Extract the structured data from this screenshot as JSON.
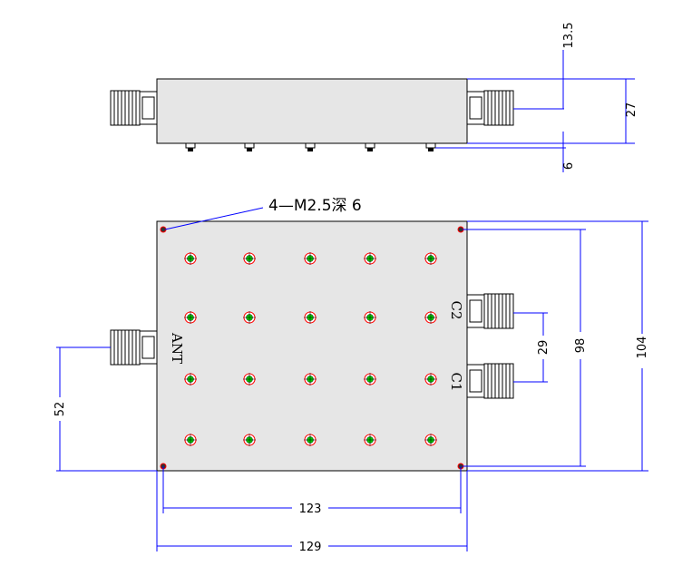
{
  "dimensions": {
    "d13_5": "13.5",
    "d27": "27",
    "d6": "6",
    "d104": "104",
    "d98": "98",
    "d29": "29",
    "d52": "52",
    "d123": "123",
    "d129": "129"
  },
  "labels": {
    "hole_note": "4—M2.5深 6",
    "ant": "ANT",
    "c1": "C1",
    "c2": "C2"
  },
  "colors": {
    "line": "#000000",
    "dim_line": "#0000ff",
    "hole_ring": "#ff0000",
    "screw_center": "#00cc00",
    "body_fill": "#e6e6e6"
  }
}
